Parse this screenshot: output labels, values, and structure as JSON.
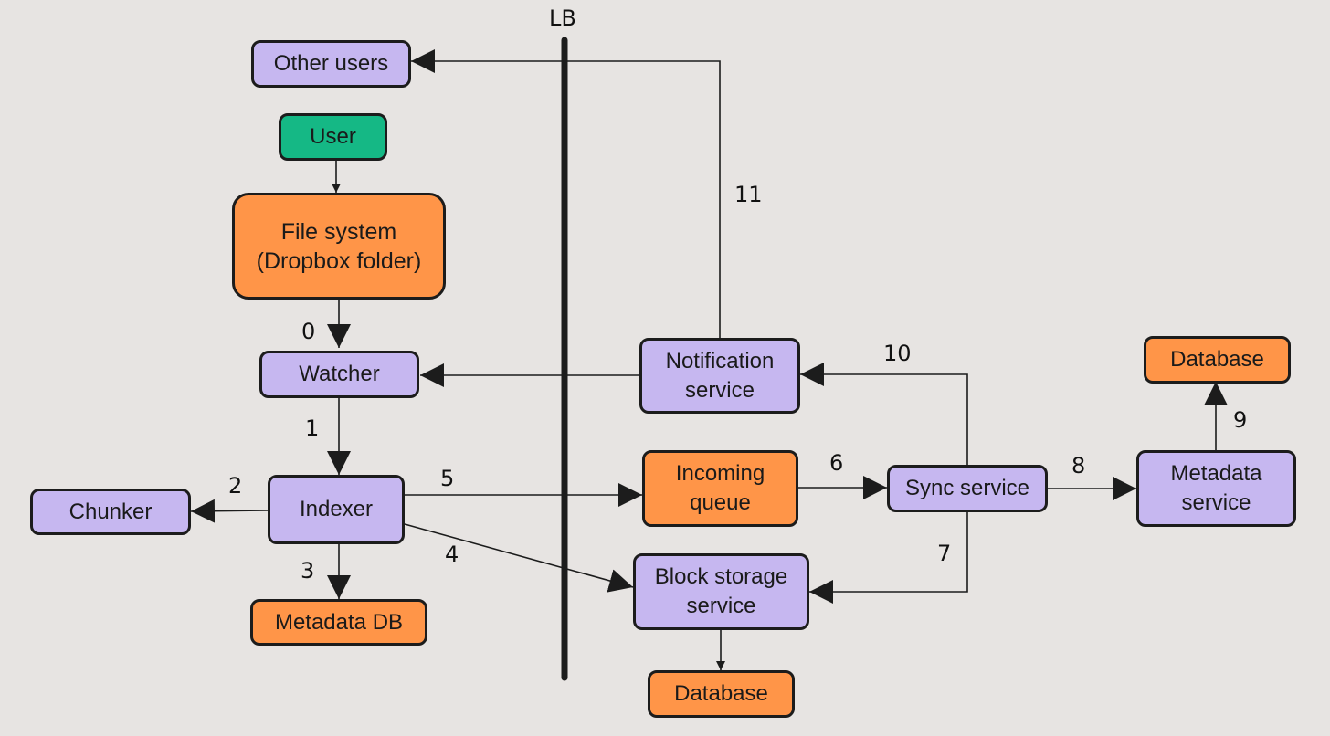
{
  "lb_label": "LB",
  "nodes": {
    "other_users": "Other users",
    "user": "User",
    "file_system": "File system\n(Dropbox folder)",
    "watcher": "Watcher",
    "chunker": "Chunker",
    "indexer": "Indexer",
    "metadata_db": "Metadata DB",
    "notification_service": "Notification\nservice",
    "incoming_queue": "Incoming\nqueue",
    "block_storage_service": "Block storage\nservice",
    "database_bottom": "Database",
    "sync_service": "Sync service",
    "metadata_service": "Metadata\nservice",
    "database_right": "Database"
  },
  "edges": {
    "e0": "0",
    "e1": "1",
    "e2": "2",
    "e3": "3",
    "e4": "4",
    "e5": "5",
    "e6": "6",
    "e7": "7",
    "e8": "8",
    "e9": "9",
    "e10": "10",
    "e11": "11"
  },
  "colors": {
    "purple": "#c6b7f0",
    "orange": "#ff9548",
    "green": "#15b885",
    "line": "#1c1c1c",
    "background": "#e7e4e2"
  }
}
